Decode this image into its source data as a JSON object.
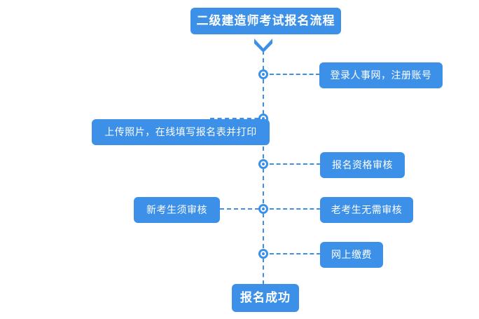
{
  "diagram": {
    "title": "二级建造师考试报名流程",
    "accent_color": "#3d90e8",
    "text_color": "#ffffff",
    "background_color": "#ffffff",
    "steps": [
      {
        "id": "step-1",
        "label": "登录人事网，注册账号",
        "side": "right"
      },
      {
        "id": "step-2",
        "label": "上传照片，在线填写报名表并打印",
        "side": "left"
      },
      {
        "id": "step-3",
        "label": "报名资格审核",
        "side": "right"
      },
      {
        "id": "step-4-left",
        "label": "新考生须审核",
        "side": "left"
      },
      {
        "id": "step-4-right",
        "label": "老考生无需审核",
        "side": "right"
      },
      {
        "id": "step-5",
        "label": "网上缴费",
        "side": "right"
      }
    ],
    "result": "报名成功",
    "icons": {
      "arrow": "chevron-down-icon",
      "node": "process-node-icon"
    }
  }
}
